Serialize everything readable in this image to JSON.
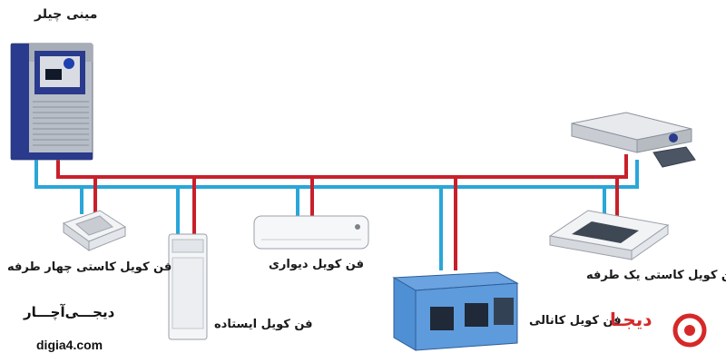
{
  "labels": {
    "mini_chiller": "مینی چیلر",
    "cassette_four_way": "فن کویل کاستی چهار طرفه",
    "wall_mounted": "فن کویل دیواری",
    "floor_standing": "فن کویل ایستاده",
    "ducted": "فن کویل کانالی",
    "cassette_one_way": "فن کویل کاستی یک طرفه"
  },
  "brand": {
    "name_fa": "دیجـــی‌آچـــار",
    "url": "digia4.com",
    "logo_text": "دیجـا"
  },
  "colors": {
    "supply_pipe": "#c8202a",
    "return_pipe": "#2aa6d8",
    "chiller_body": "#9aa0aa",
    "chiller_frame": "#2a3a8c",
    "logo_red": "#d62828"
  }
}
